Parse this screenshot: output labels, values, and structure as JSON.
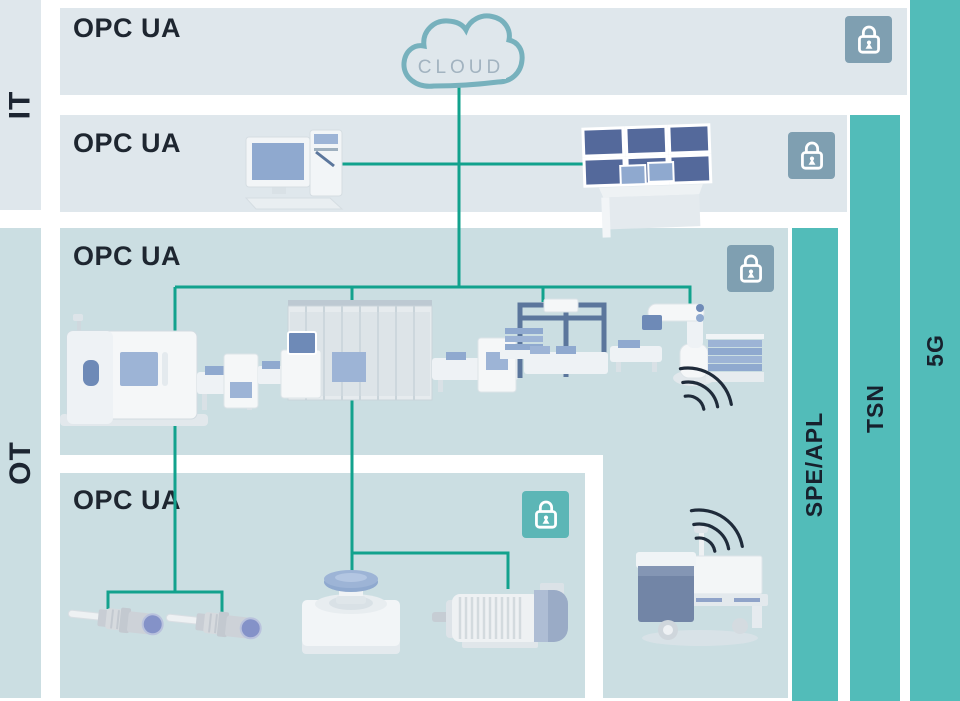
{
  "palette": {
    "accent_teal": "#52bcb9",
    "connector_line": "#12a28d",
    "it_row_bg": "#dfe7ec",
    "ot_row_bg": "#cbdee2",
    "lock_badge_blue": "#7f9fb1",
    "lock_badge_teal": "#5cb6b6",
    "text_dark": "#1c2531",
    "cloud_outline": "#77b1bd",
    "cloud_text": "#a2b3c0",
    "device_blue": "#8fa9cf"
  },
  "rails": {
    "it": "IT",
    "ot": "OT"
  },
  "bands": {
    "spe_apl": "SPE/APL",
    "tsn": "TSN",
    "five_g": "5G"
  },
  "rows": {
    "cloud": {
      "protocol": "OPC UA",
      "cloud_label": "CLOUD"
    },
    "it": {
      "protocol": "OPC UA"
    },
    "ot": {
      "protocol": "OPC UA"
    },
    "field": {
      "protocol": "OPC UA"
    }
  },
  "icons": {
    "security": "lock-icon",
    "wireless": "wireless-signal-icon",
    "cloud": "cloud-icon"
  }
}
